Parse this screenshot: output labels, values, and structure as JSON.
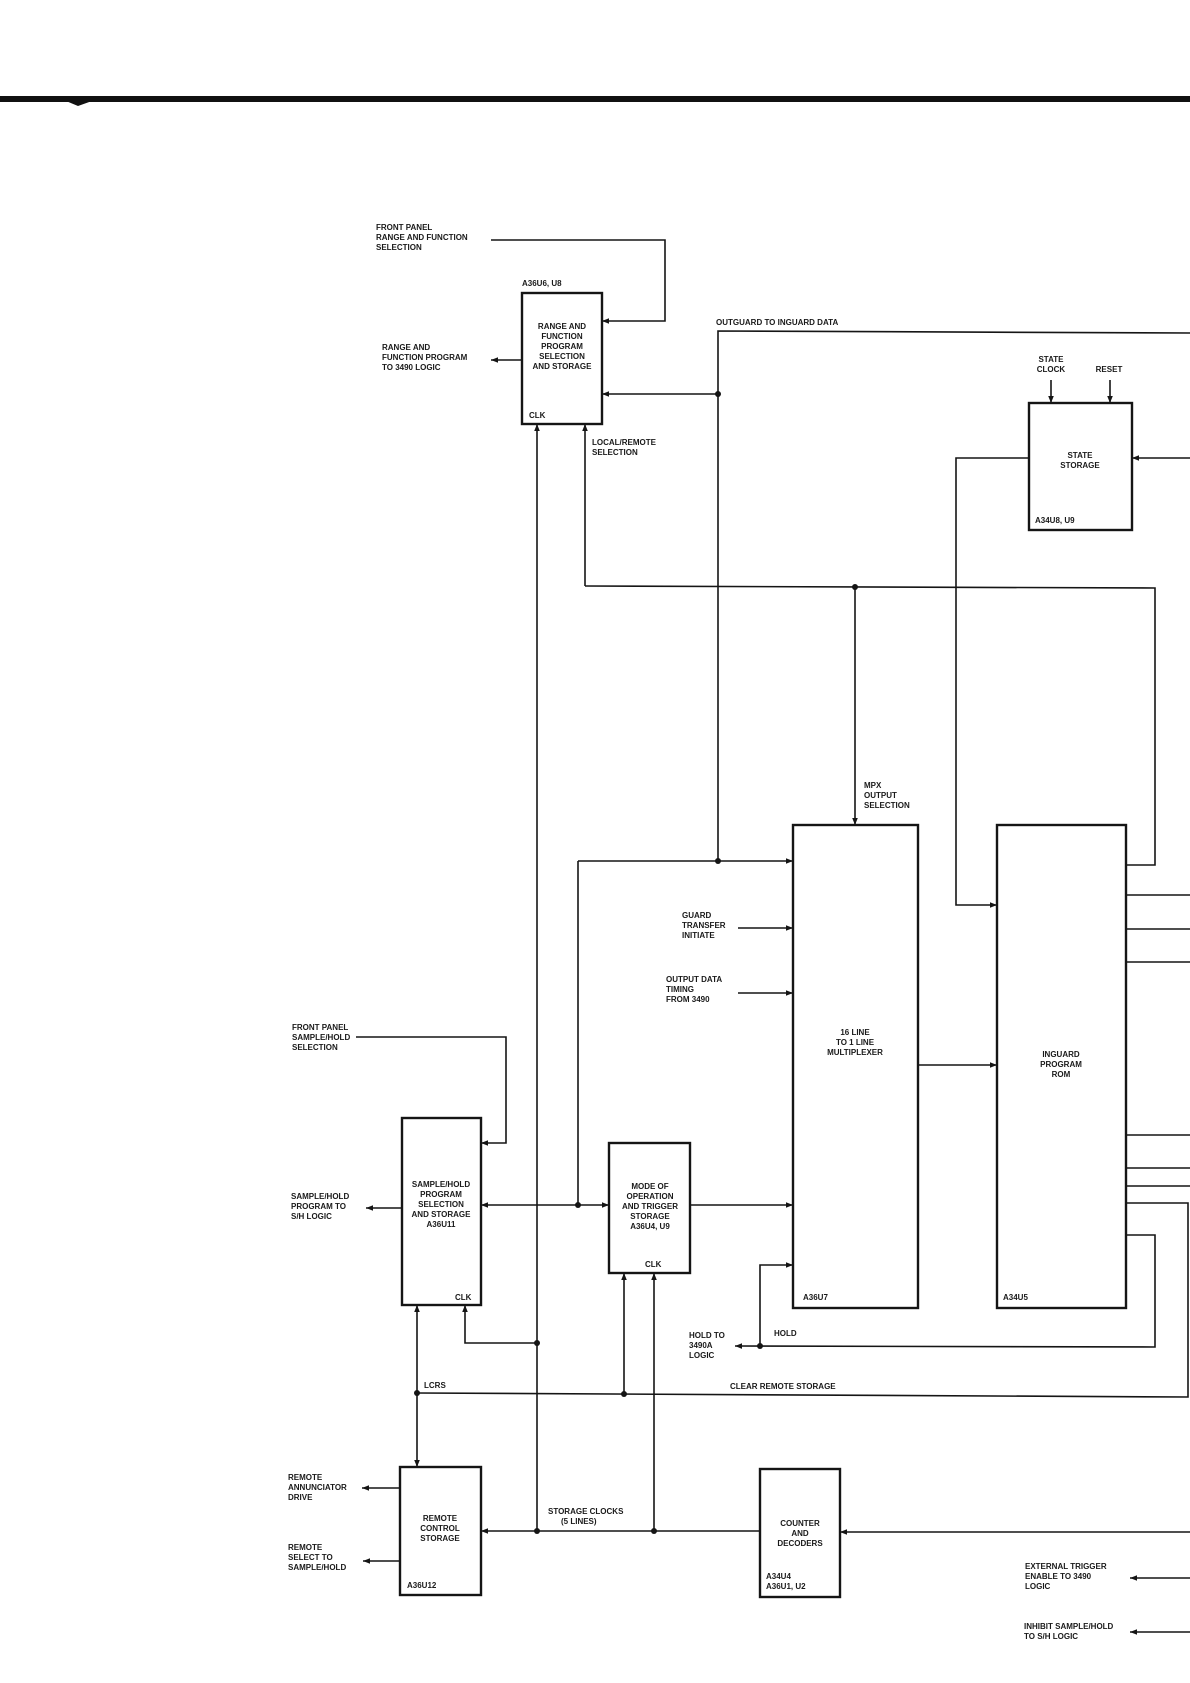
{
  "blocks": {
    "range_function": {
      "lines": [
        "RANGE AND",
        "FUNCTION",
        "PROGRAM",
        "SELECTION",
        "AND STORAGE"
      ],
      "ref": "A36U6, U8",
      "clk": "CLK"
    },
    "state_storage": {
      "lines": [
        "STATE",
        "STORAGE"
      ],
      "ref": "A34U8, U9"
    },
    "multiplexer": {
      "lines": [
        "16 LINE",
        "TO 1 LINE",
        "MULTIPLEXER"
      ],
      "ref": "A36U7"
    },
    "inguard_rom": {
      "lines": [
        "INGUARD",
        "PROGRAM",
        "ROM"
      ],
      "ref": "A34U5"
    },
    "sample_hold": {
      "lines": [
        "SAMPLE/HOLD",
        "PROGRAM",
        "SELECTION",
        "AND STORAGE",
        "A36U11"
      ],
      "clk": "CLK"
    },
    "mode_trigger": {
      "lines": [
        "MODE OF",
        "OPERATION",
        "AND TRIGGER",
        "STORAGE",
        "A36U4, U9"
      ],
      "clk": "CLK"
    },
    "remote_control": {
      "lines": [
        "REMOTE",
        "CONTROL",
        "STORAGE"
      ],
      "ref": "A36U12"
    },
    "counter_decoders": {
      "lines": [
        "COUNTER",
        "AND",
        "DECODERS"
      ],
      "ref_lines": [
        "A34U4",
        "A36U1, U2"
      ]
    }
  },
  "signals": {
    "front_panel_range": [
      "FRONT PANEL",
      "RANGE AND FUNCTION",
      "SELECTION"
    ],
    "range_program_out": [
      "RANGE AND",
      "FUNCTION PROGRAM",
      "TO 3490 LOGIC"
    ],
    "outguard_data": [
      "OUTGUARD TO INGUARD DATA"
    ],
    "state_clock": [
      "STATE",
      "CLOCK"
    ],
    "reset": [
      "RESET"
    ],
    "local_remote": [
      "LOCAL/REMOTE",
      "SELECTION"
    ],
    "mpx_output": [
      "MPX",
      "OUTPUT",
      "SELECTION"
    ],
    "guard_transfer": [
      "GUARD",
      "TRANSFER",
      "INITIATE"
    ],
    "output_data_timing": [
      "OUTPUT DATA",
      "TIMING",
      "FROM 3490"
    ],
    "front_panel_sh": [
      "FRONT PANEL",
      "SAMPLE/HOLD",
      "SELECTION"
    ],
    "sh_program_out": [
      "SAMPLE/HOLD",
      "PROGRAM TO",
      "S/H LOGIC"
    ],
    "hold_to_logic": [
      "HOLD TO",
      "3490A",
      "LOGIC"
    ],
    "hold": [
      "HOLD"
    ],
    "lcrs": [
      "LCRS"
    ],
    "clear_remote": [
      "CLEAR REMOTE STORAGE"
    ],
    "remote_annunciator": [
      "REMOTE",
      "ANNUNCIATOR",
      "DRIVE"
    ],
    "remote_select": [
      "REMOTE",
      "SELECT TO",
      "SAMPLE/HOLD"
    ],
    "storage_clocks": [
      "STORAGE CLOCKS",
      "(5 LINES)"
    ],
    "external_trigger": [
      "EXTERNAL TRIGGER",
      "ENABLE TO 3490",
      "LOGIC"
    ],
    "inhibit_sh": [
      "INHIBIT SAMPLE/HOLD",
      "TO S/H LOGIC"
    ]
  }
}
